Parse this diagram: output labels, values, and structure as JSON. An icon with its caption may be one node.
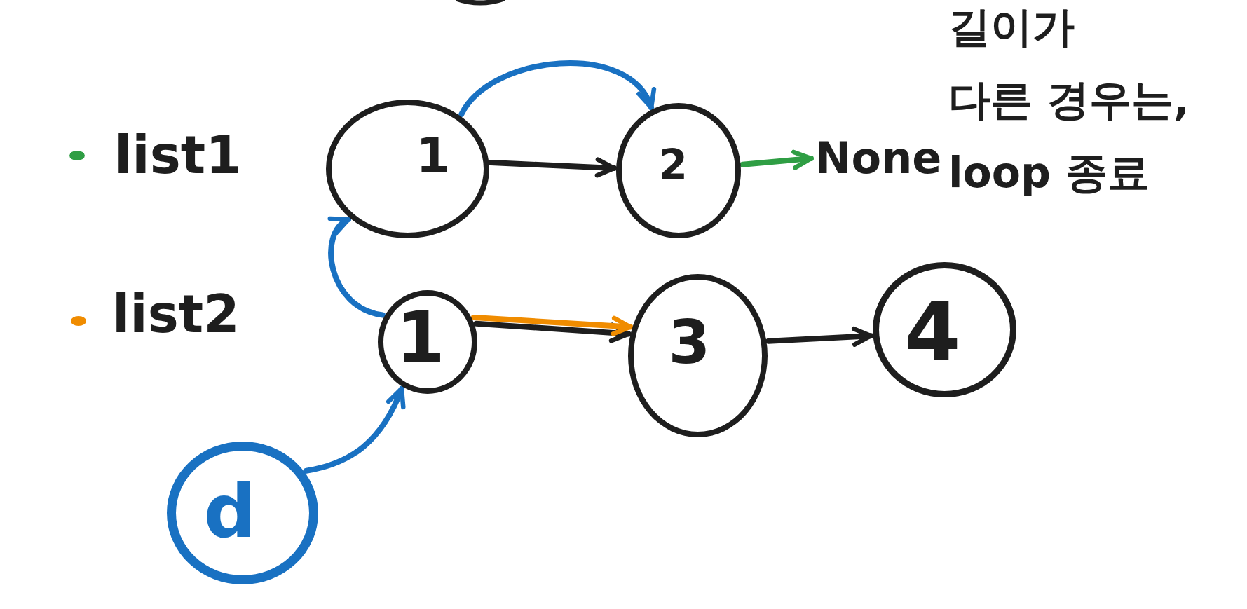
{
  "diagram": {
    "nodes": [
      {
        "text": [],
        "shape": "circle"
      },
      {
        "text": [
          "1"
        ]
      },
      {
        "text": [
          "2"
        ]
      },
      {
        "text": [
          "None"
        ]
      },
      {
        "text": [
          "1"
        ]
      },
      {
        "text": [
          "3"
        ]
      },
      {
        "text": [
          "4"
        ]
      },
      {
        "text": [
          "d"
        ]
      }
    ],
    "edges": [
      {
        "from": 1,
        "to": 2,
        "arrow": "to"
      },
      {
        "from": 2,
        "to": 3,
        "arrow": "to",
        "color": "#2f9e44"
      },
      {
        "from": 4,
        "to": 5,
        "arrow": "to"
      },
      {
        "from": 4,
        "to": 5,
        "arrow": "to",
        "color": "#f08c00"
      },
      {
        "from": 5,
        "to": 6,
        "arrow": "to"
      },
      {
        "from": 1,
        "to": 2,
        "arrow": "to",
        "color": "#1971c2"
      },
      {
        "from": 4,
        "to": 1,
        "arrow": "to",
        "color": "#1971c2"
      },
      {
        "from": 7,
        "to": 4,
        "arrow": "to",
        "color": "#1971c2"
      }
    ],
    "labels": [
      "길이가 다른 경우는, loop 종료"
    ],
    "legend": [
      {
        "text": "list1",
        "color": "#2f9e44"
      },
      {
        "text": "list2",
        "color": "#f08c00"
      }
    ]
  }
}
